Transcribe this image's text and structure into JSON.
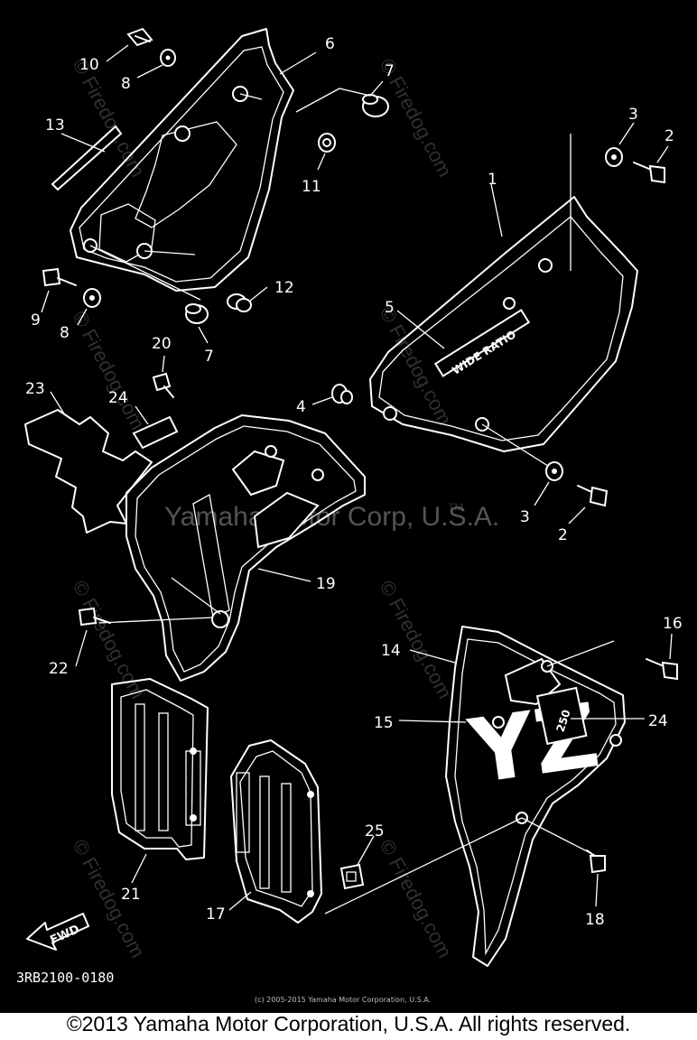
{
  "watermark": "Yamaha Motor Corp, U.S.A.",
  "watermark_tm": "TM",
  "site_watermark": "© Firedog.com",
  "diagram_code": "3RB2100-0180",
  "direction_label": "FWD",
  "decal_text": "WIDE RATIO",
  "emblem_text": "YZ",
  "emblem_number": "250",
  "small_credit": "(c) 2005-2015 Yamaha Motor Corporation, U.S.A.",
  "copyright": "©2013 Yamaha Motor Corporation, U.S.A. All rights reserved.",
  "callouts": {
    "c1": "1",
    "c2a": "2",
    "c2b": "2",
    "c3a": "3",
    "c3b": "3",
    "c4": "4",
    "c5": "5",
    "c6": "6",
    "c7a": "7",
    "c7b": "7",
    "c8a": "8",
    "c8b": "8",
    "c9": "9",
    "c10": "10",
    "c11": "11",
    "c12": "12",
    "c13": "13",
    "c14": "14",
    "c15": "15",
    "c16": "16",
    "c17": "17",
    "c18": "18",
    "c19": "19",
    "c20": "20",
    "c21": "21",
    "c22": "22",
    "c23": "23",
    "c24a": "24",
    "c24b": "24",
    "c25": "25"
  }
}
